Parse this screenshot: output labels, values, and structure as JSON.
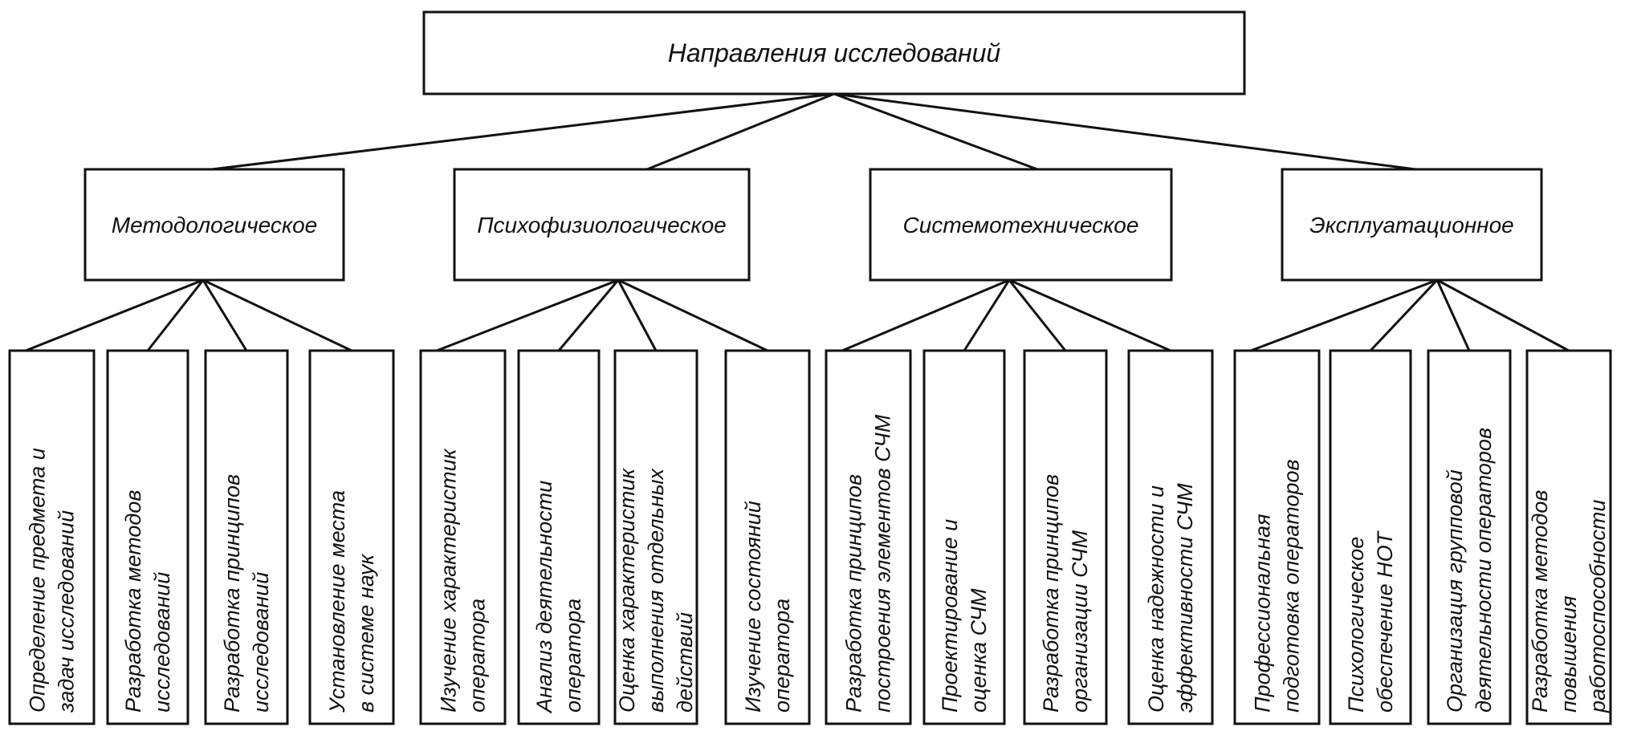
{
  "root": {
    "label": "Направления исследований"
  },
  "categories": [
    {
      "label": "Методологическое",
      "items": [
        {
          "lines": [
            "Определение предмета и",
            "задач исследований"
          ]
        },
        {
          "lines": [
            "Разработка методов",
            "исследований"
          ]
        },
        {
          "lines": [
            "Разработка принципов",
            "исследований"
          ]
        },
        {
          "lines": [
            "Установление места",
            "в системе наук"
          ]
        }
      ]
    },
    {
      "label": "Психофизиологическое",
      "items": [
        {
          "lines": [
            "Изучение характеристик",
            "оператора"
          ]
        },
        {
          "lines": [
            "Анализ деятельности",
            "оператора"
          ]
        },
        {
          "lines": [
            "Оценка характеристик",
            "выполнения отдельных",
            "действий"
          ]
        },
        {
          "lines": [
            "Изучение состояний",
            "оператора"
          ]
        }
      ]
    },
    {
      "label": "Системотехническое",
      "items": [
        {
          "lines": [
            "Разработка принципов",
            "построения элементов СЧМ"
          ]
        },
        {
          "lines": [
            "Проектирование и",
            "оценка СЧМ"
          ]
        },
        {
          "lines": [
            "Разработка принципов",
            "организации СЧМ"
          ]
        },
        {
          "lines": [
            "Оценка надежности и",
            "эффективности СЧМ"
          ]
        }
      ]
    },
    {
      "label": "Эксплуатационное",
      "items": [
        {
          "lines": [
            "Профессиональная",
            "подготовка операторов"
          ]
        },
        {
          "lines": [
            "Психологическое",
            "обеспечение НОТ"
          ]
        },
        {
          "lines": [
            "Организация групповой",
            "деятельности операторов"
          ]
        },
        {
          "lines": [
            "Разработка методов",
            "повышения",
            "работоспособности"
          ]
        }
      ]
    }
  ]
}
